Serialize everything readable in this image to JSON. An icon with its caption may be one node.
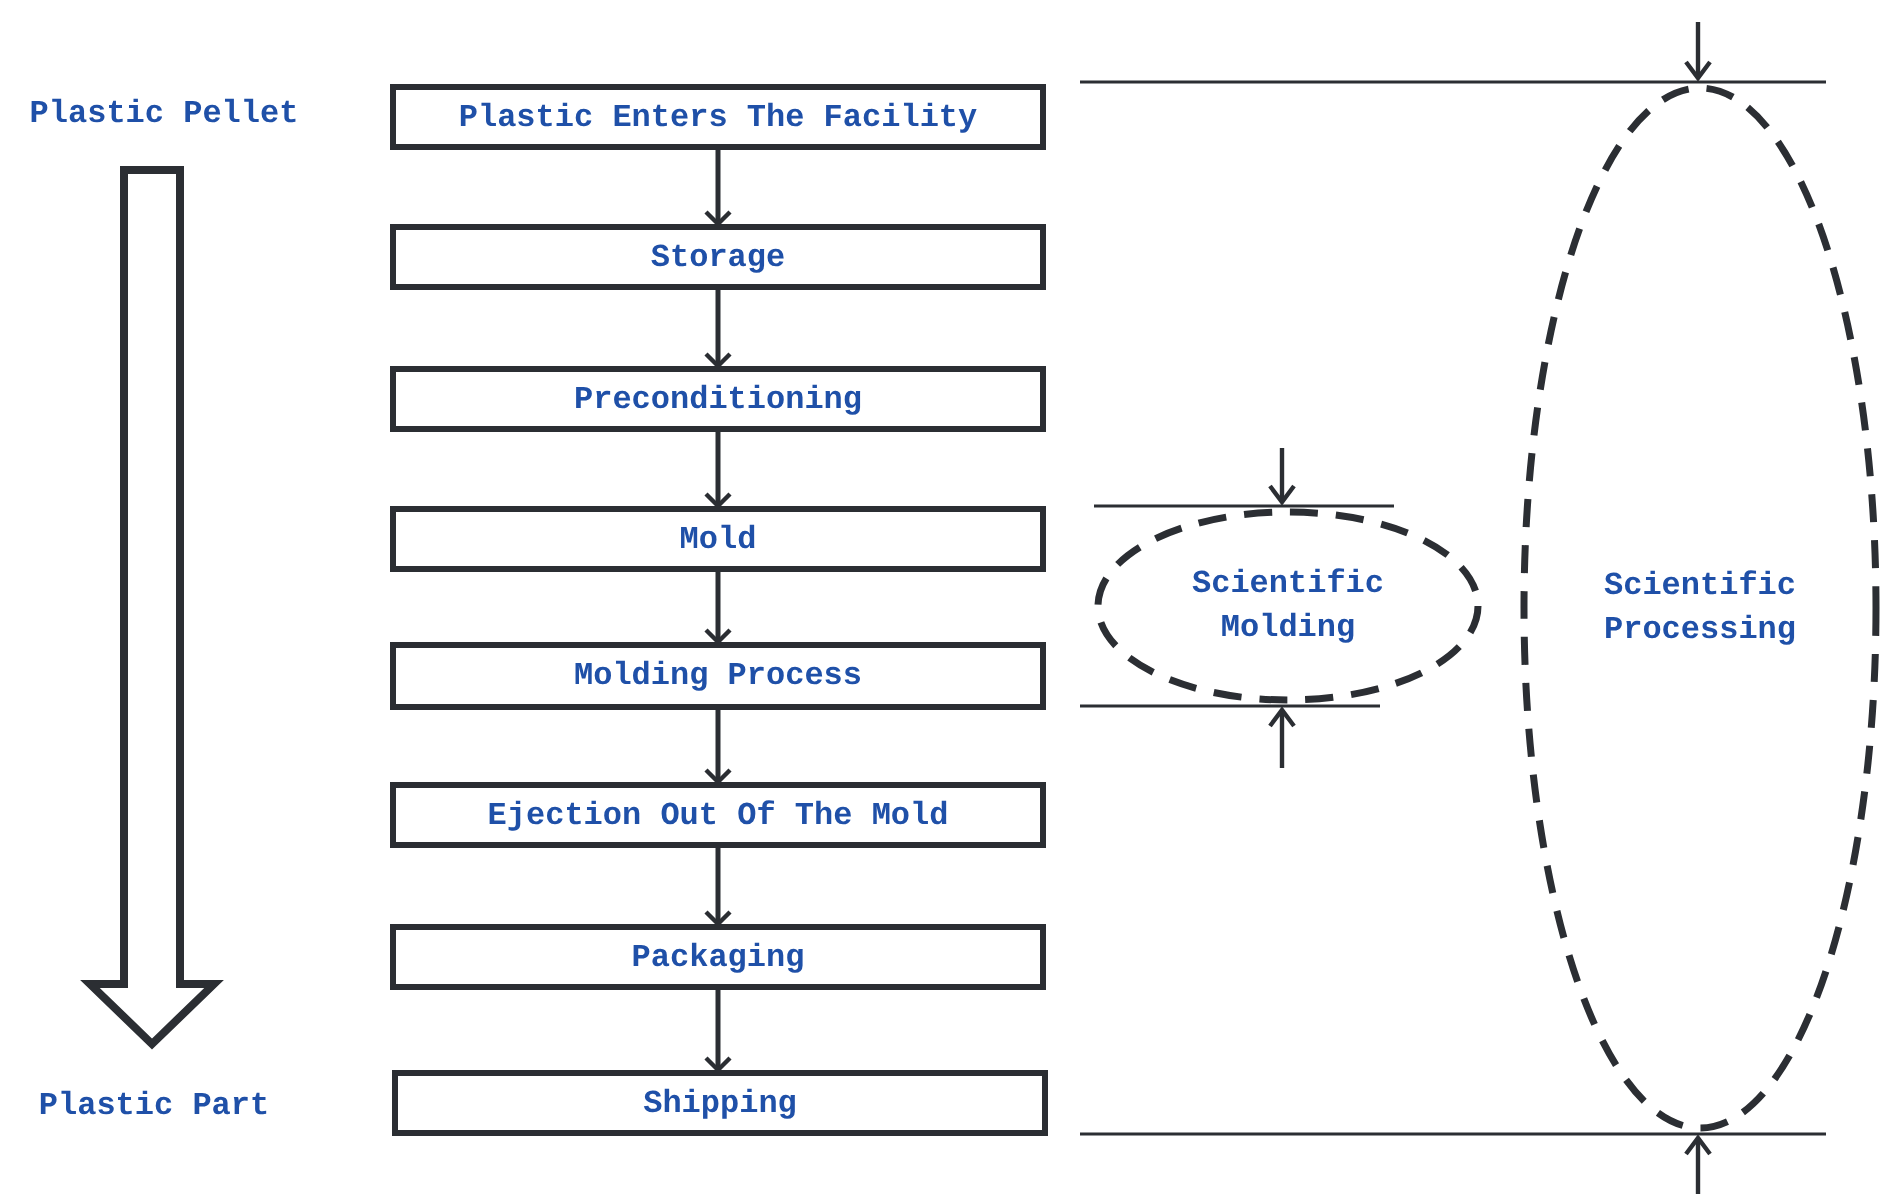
{
  "diagram": {
    "nodes": [
      {
        "text": [
          "Plastic Enters The Facility"
        ]
      },
      {
        "text": [
          "Storage"
        ]
      },
      {
        "text": [
          "Preconditioning"
        ]
      },
      {
        "text": [
          "Mold"
        ]
      },
      {
        "text": [
          "Molding Process"
        ]
      },
      {
        "text": [
          "Ejection Out Of The Mold"
        ]
      },
      {
        "text": [
          "Packaging"
        ]
      },
      {
        "text": [
          "Shipping"
        ]
      },
      {
        "text": [
          "Scientific Molding"
        ]
      },
      {
        "text": [
          "Scientific Processing"
        ]
      },
      {
        "text": [
          "Plastic Pellet"
        ]
      },
      {
        "text": [
          "Plastic Part"
        ]
      }
    ],
    "edges": [
      {
        "from": 0,
        "to": 1,
        "arrow": "to"
      },
      {
        "from": 1,
        "to": 2,
        "arrow": "to"
      },
      {
        "from": 2,
        "to": 3,
        "arrow": "to"
      },
      {
        "from": 3,
        "to": 4,
        "arrow": "to"
      },
      {
        "from": 4,
        "to": 5,
        "arrow": "to"
      },
      {
        "from": 5,
        "to": 6,
        "arrow": "to"
      },
      {
        "from": 6,
        "to": 7,
        "arrow": "to"
      },
      {
        "from": 10,
        "to": 11,
        "arrow": "to",
        "style": "thick"
      }
    ]
  }
}
